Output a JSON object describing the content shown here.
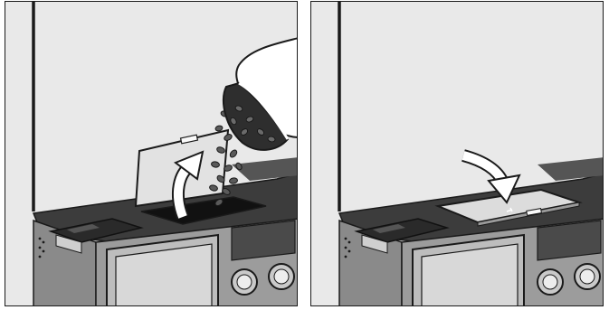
{
  "figure": {
    "panels": [
      {
        "step": "fill-bean-container",
        "lid_state": "open",
        "arrow_direction": "up",
        "shows": [
          "hand-with-bag",
          "coffee-beans",
          "bean-container-lid",
          "drip-tray",
          "control-knobs"
        ]
      },
      {
        "step": "close-bean-container-lid",
        "lid_state": "closed",
        "arrow_direction": "down",
        "shows": [
          "bean-container-lid",
          "drip-tray",
          "control-knobs"
        ]
      }
    ],
    "colors": {
      "background": "#e9e9e9",
      "outline": "#1a1a1a",
      "appliance_top": "#3a3a3a",
      "appliance_front": "#7a7a7a",
      "lid": "#dcdcdc",
      "beans": "#555555"
    }
  }
}
